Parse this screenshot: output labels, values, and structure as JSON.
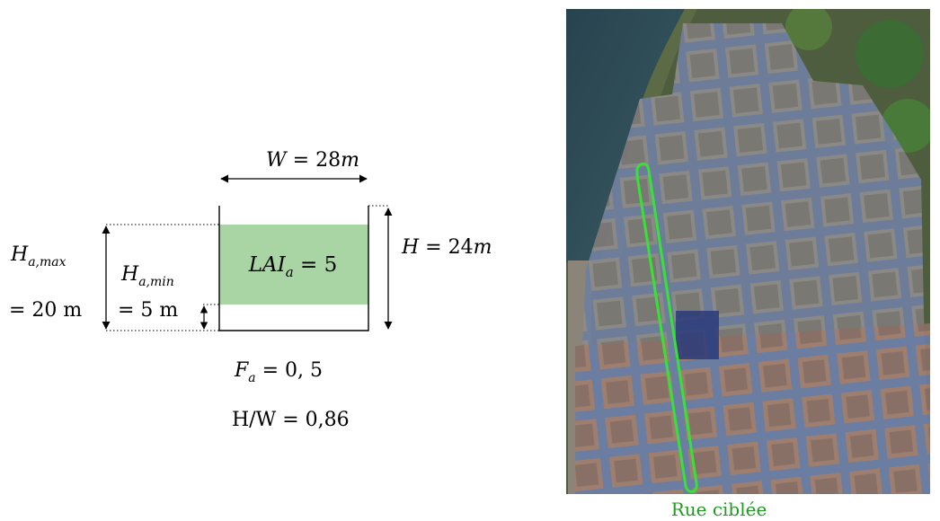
{
  "diagram": {
    "width_label": "W = 28m",
    "height_label": "H = 24m",
    "lai_label": "LAI_a = 5",
    "ha_max_label": "H_{a,max}",
    "ha_max_value": "= 20 m",
    "ha_min_label": "H_{a,min}",
    "ha_min_value": "= 5 m",
    "fa_label": "F_a = 0, 5",
    "hw_label": "H/W = 0,86",
    "vegetation_color": "#a9d5a5"
  },
  "map": {
    "caption": "Rue ciblée",
    "caption_color": "#1f9b1f",
    "highlight_color": "#39e039"
  }
}
